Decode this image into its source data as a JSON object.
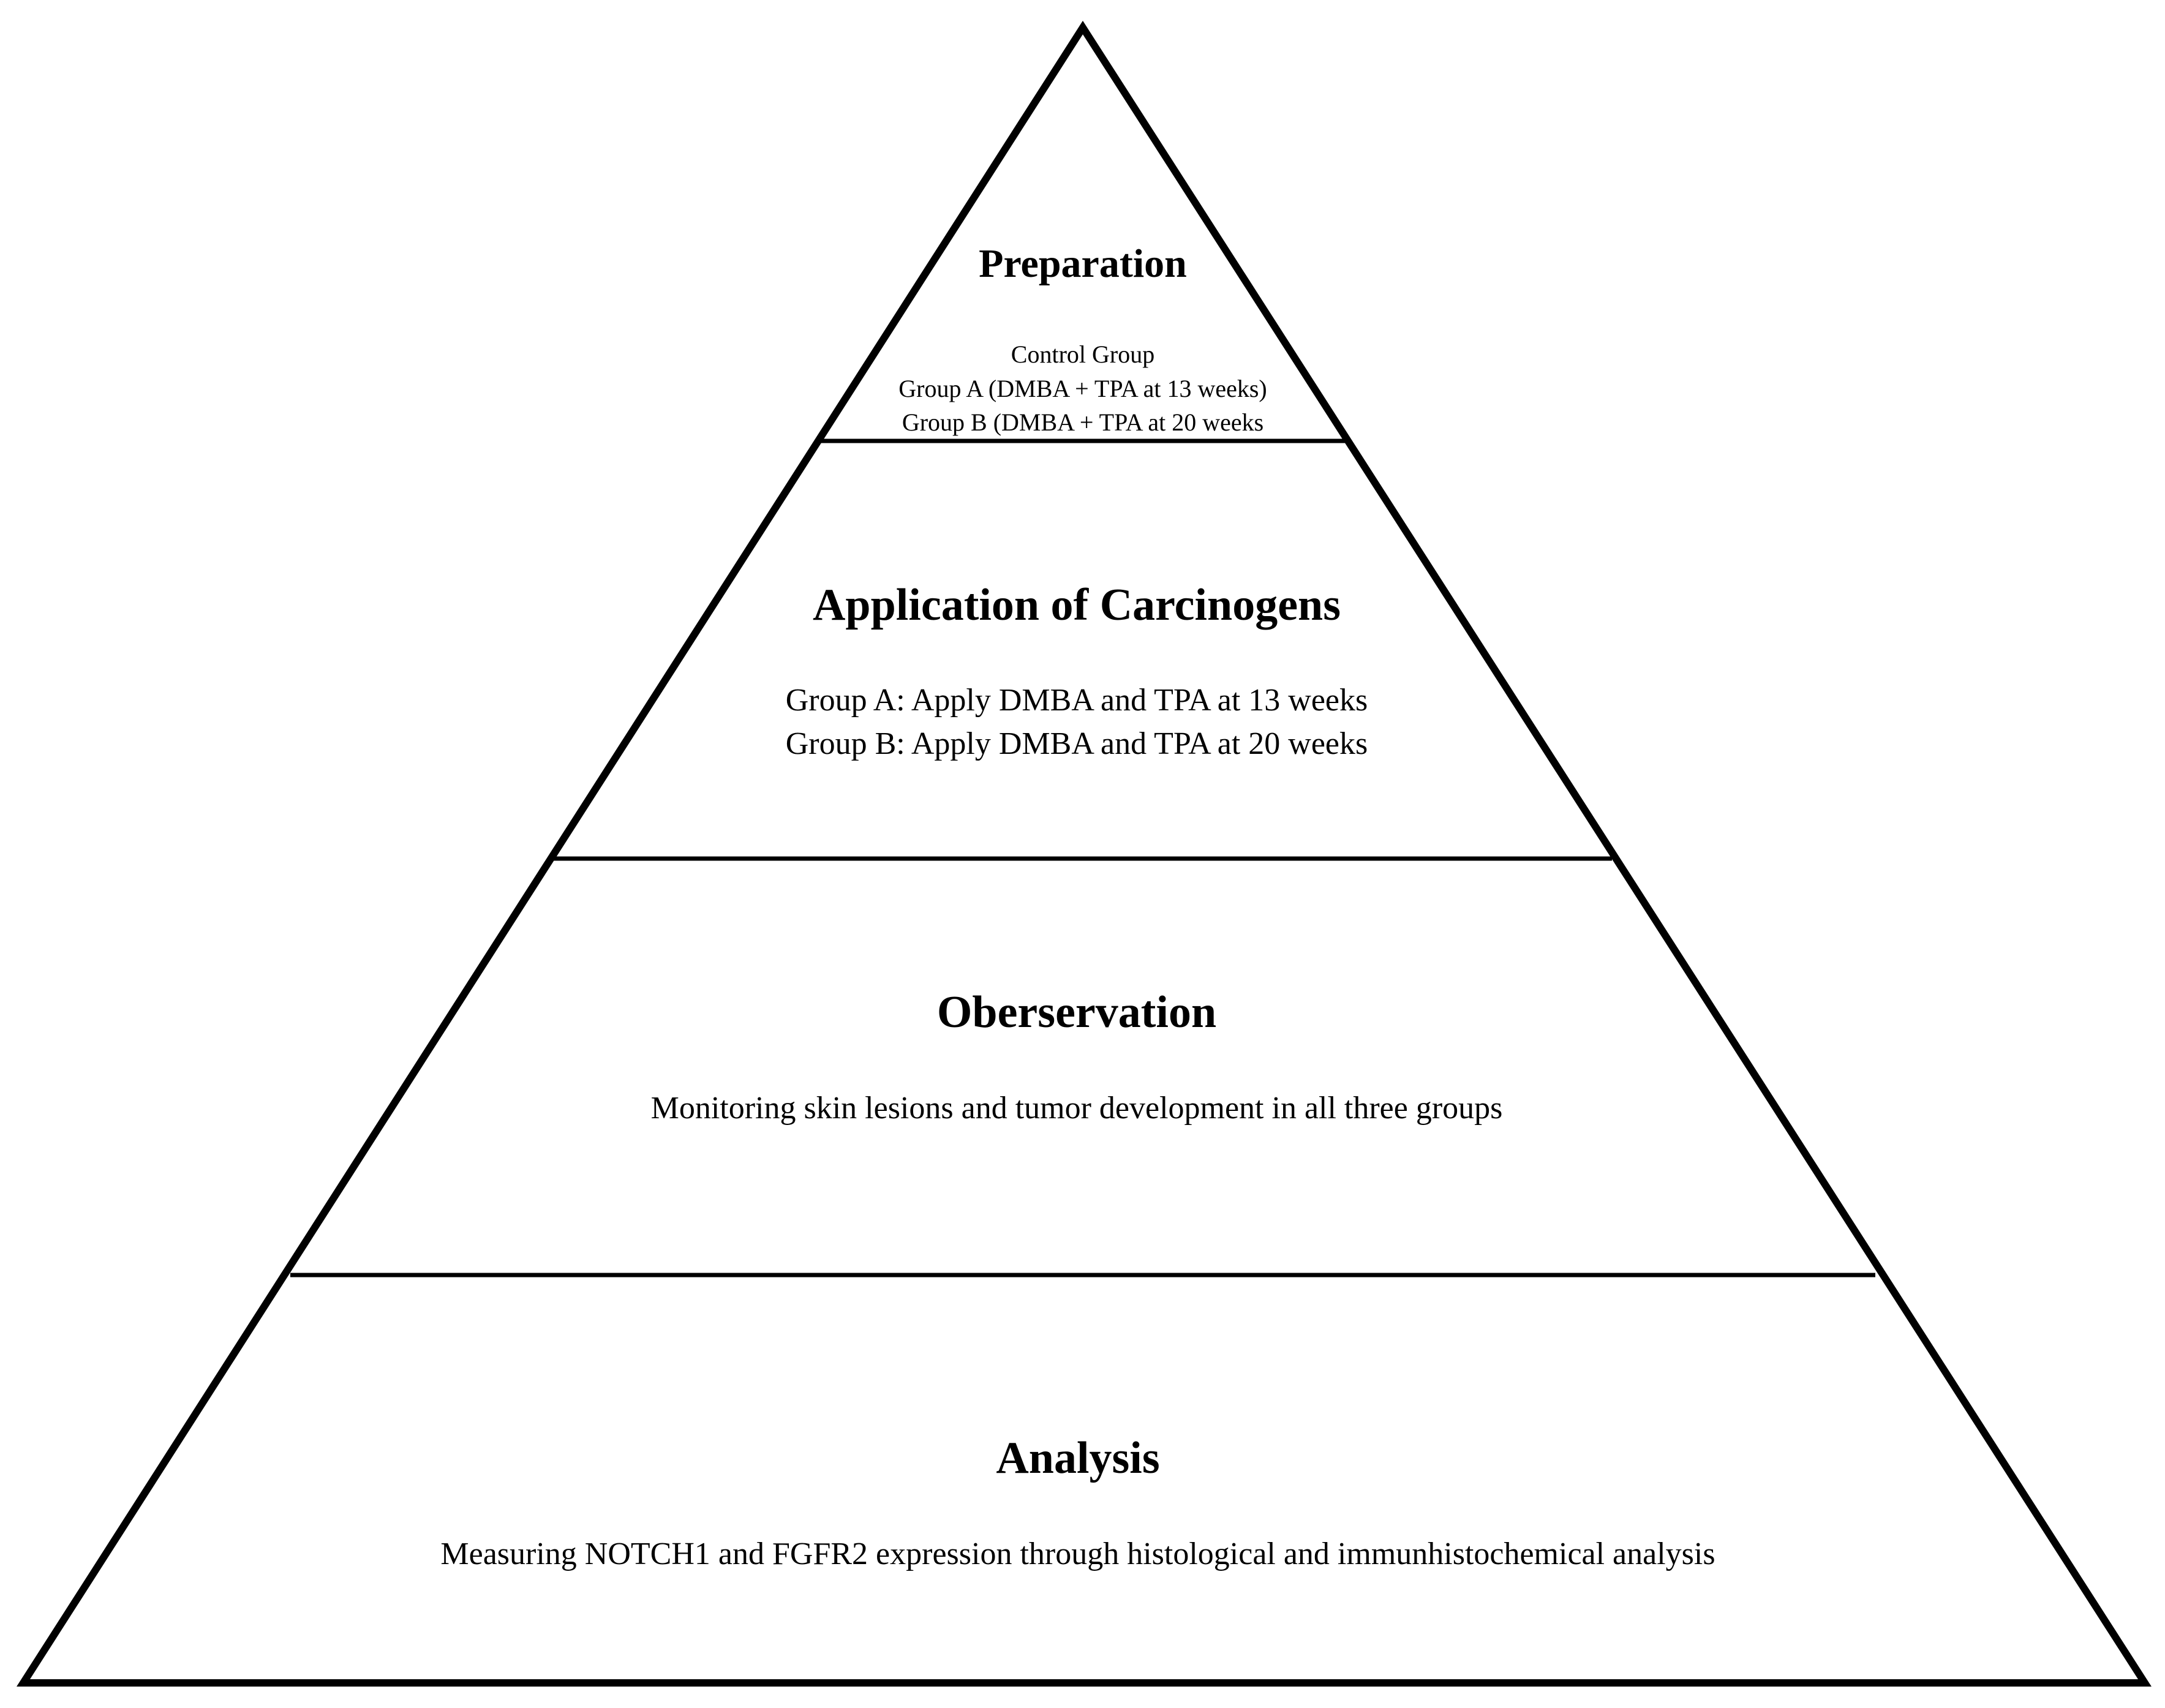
{
  "tiers": [
    {
      "title": "Preparation",
      "lines": [
        "Control Group",
        "Group A (DMBA + TPA at 13 weeks)",
        "Group B (DMBA + TPA at 20 weeks"
      ]
    },
    {
      "title": "Application of Carcinogens",
      "lines": [
        "Group A: Apply DMBA and TPA at 13 weeks",
        "Group B: Apply DMBA and TPA at 20 weeks"
      ]
    },
    {
      "title": "Oberservation",
      "lines": [
        "Monitoring skin lesions and tumor development in all three groups"
      ]
    },
    {
      "title": "Analysis",
      "lines": [
        "Measuring NOTCH1 and FGFR2 expression through histological and immunhistochemical analysis"
      ]
    }
  ],
  "colors": {
    "stroke": "#000000",
    "fill": "#ffffff",
    "text": "#000000"
  }
}
